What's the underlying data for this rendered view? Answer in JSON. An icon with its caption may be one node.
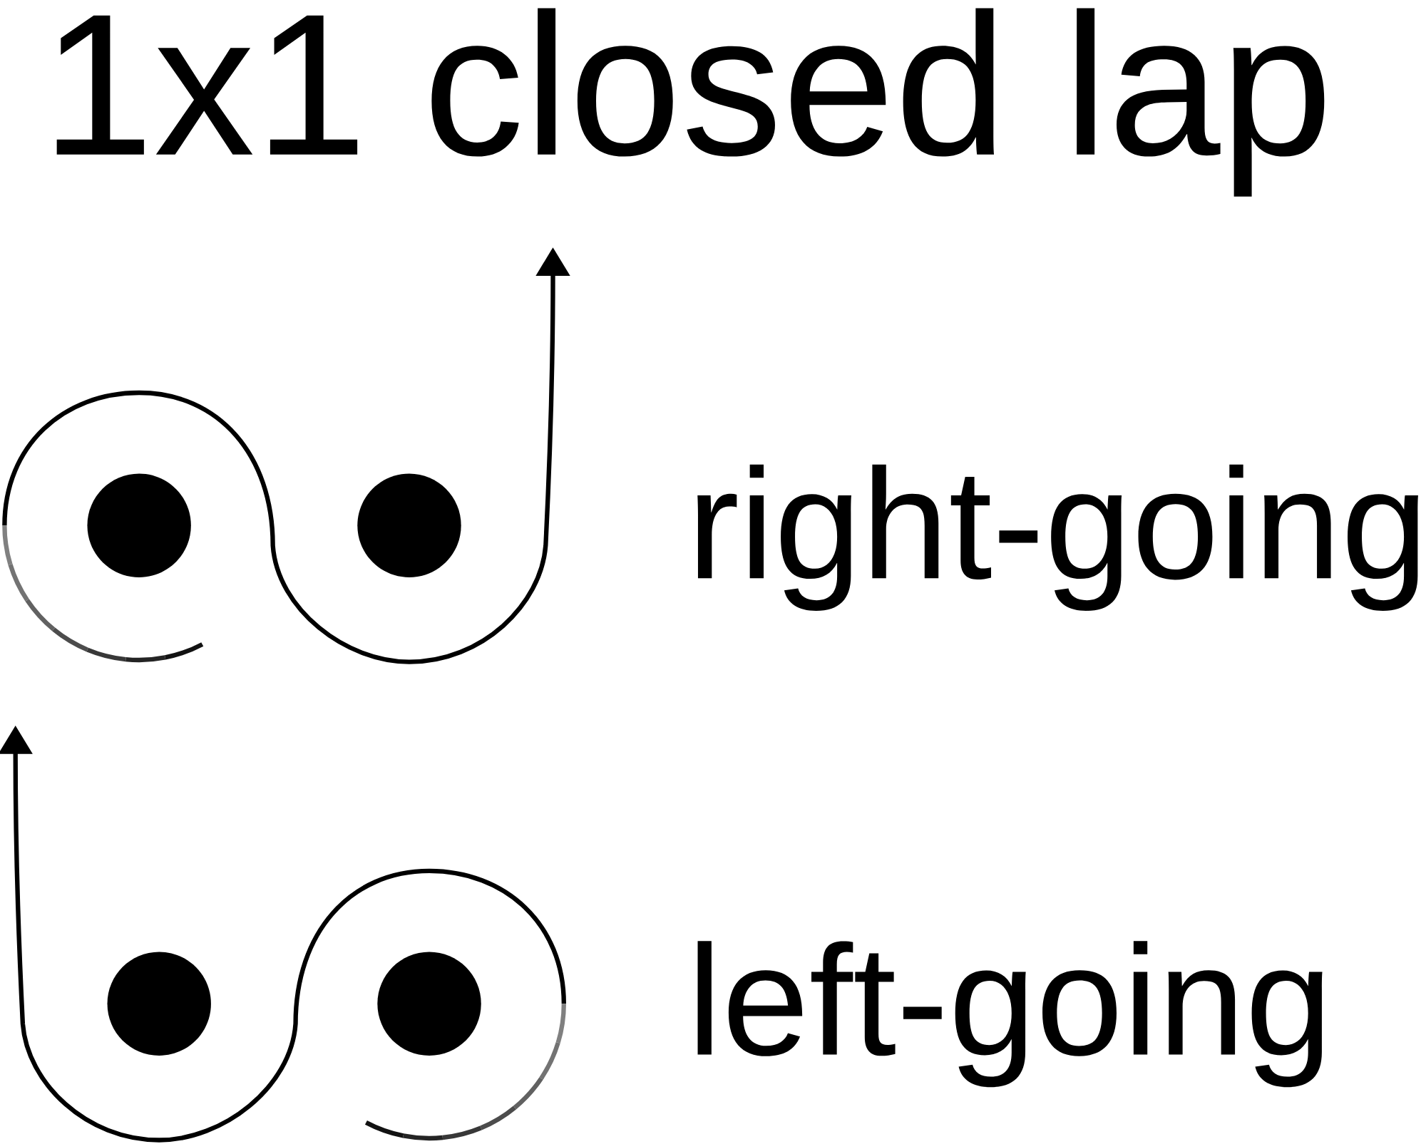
{
  "diagram": {
    "title": "1x1 closed lap",
    "labels": [
      "right-going",
      "left-going"
    ]
  }
}
